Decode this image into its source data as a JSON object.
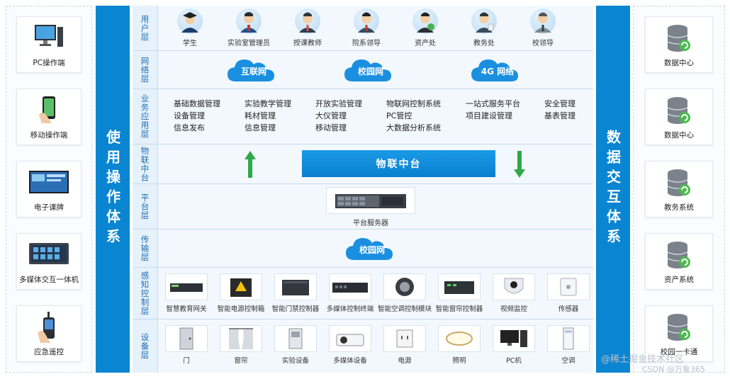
{
  "left_title": "使用操作体系",
  "right_title": "数据交互体系",
  "left_devices": [
    {
      "label": "PC操作端",
      "icon": "pc-icon"
    },
    {
      "label": "移动操作端",
      "icon": "mobile-phone-icon"
    },
    {
      "label": "电子课牌",
      "icon": "class-board-icon"
    },
    {
      "label": "多媒体交互一体机",
      "icon": "multimedia-terminal-icon"
    },
    {
      "label": "应急遥控",
      "icon": "remote-control-icon"
    }
  ],
  "right_systems": [
    {
      "label": "数据中心",
      "icon": "database-icon"
    },
    {
      "label": "数据中心",
      "icon": "database-icon"
    },
    {
      "label": "教务系统",
      "icon": "database-icon"
    },
    {
      "label": "资产系统",
      "icon": "database-icon"
    },
    {
      "label": "校园一卡通",
      "icon": "database-icon"
    }
  ],
  "layers": {
    "user": {
      "label": "用户层",
      "items": [
        "学生",
        "实验室管理员",
        "授课教师",
        "院系领导",
        "资产处",
        "教务处",
        "校领导"
      ]
    },
    "network": {
      "label": "网络层",
      "clouds": [
        "互联网",
        "校园网",
        "4G 网络"
      ]
    },
    "business": {
      "label": "业务应用层",
      "columns": [
        [
          "基础数据管理",
          "设备管理",
          "信息发布"
        ],
        [
          "实验教学管理",
          "耗材管理",
          "信息管理"
        ],
        [
          "开放实验管理",
          "大仪管理",
          "移动管理"
        ],
        [
          "物联网控制系统",
          "PC管控",
          "大数据分析系统"
        ],
        [
          "一站式服务平台",
          "项目建设管理"
        ],
        [
          "安全管理",
          "基表管理"
        ]
      ]
    },
    "iot": {
      "label": "物联中台",
      "hub": "物联中台"
    },
    "platform": {
      "label": "平台层",
      "server": "平台服务器"
    },
    "transport": {
      "label": "传输层",
      "cloud": "校园网"
    },
    "sensing": {
      "label": "感知控制层",
      "items": [
        "智慧教育网关",
        "智能电源控制箱",
        "智能门禁控制器",
        "多媒体控制终端",
        "智能空调控制模块",
        "智能窗帘控制器",
        "视频监控",
        "传感器"
      ]
    },
    "device": {
      "label": "设备层",
      "items": [
        "门",
        "窗帘",
        "实验设备",
        "多媒体设备",
        "电源",
        "照明",
        "PC机",
        "空调"
      ]
    }
  },
  "watermark": {
    "line1": "@稀土掘金技术社区",
    "line2": "CSDN @万象365"
  },
  "colors": {
    "primary_blue": "#0a85d1",
    "arrow_green": "#2fa84a",
    "layer_bg": "#f2f8fe"
  }
}
